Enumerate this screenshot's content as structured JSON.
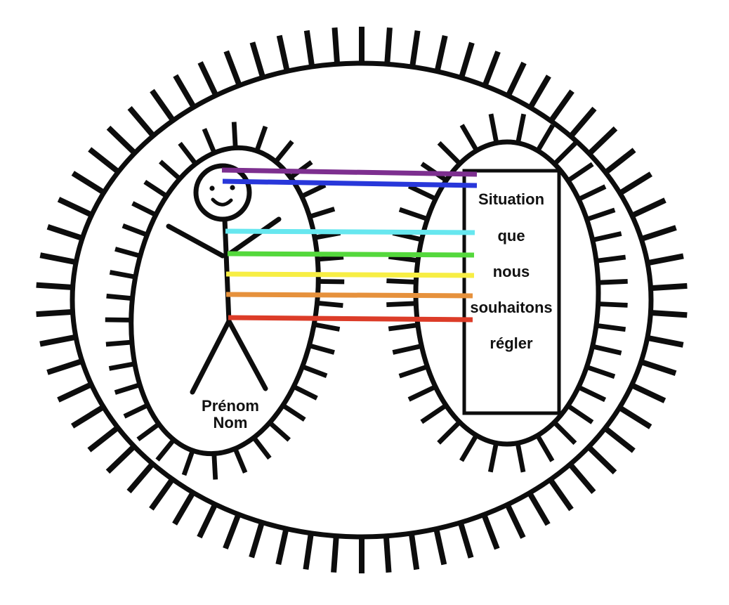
{
  "diagram": {
    "background": "#ffffff",
    "ink": "#0d0d0d",
    "person_label": {
      "line1": "Prénom",
      "line2": "Nom"
    },
    "situation_label": {
      "line1": "Situation",
      "line2": "que",
      "line3": "nous",
      "line4": "souhaitons",
      "line5": "régler"
    },
    "cords": {
      "colors": {
        "purple": "#7d2f8f",
        "blue": "#2837da",
        "cyan": "#67e7ef",
        "green": "#54d83c",
        "yellow": "#f7ee44",
        "orange": "#e6913c",
        "red": "#dc3c28"
      }
    }
  }
}
